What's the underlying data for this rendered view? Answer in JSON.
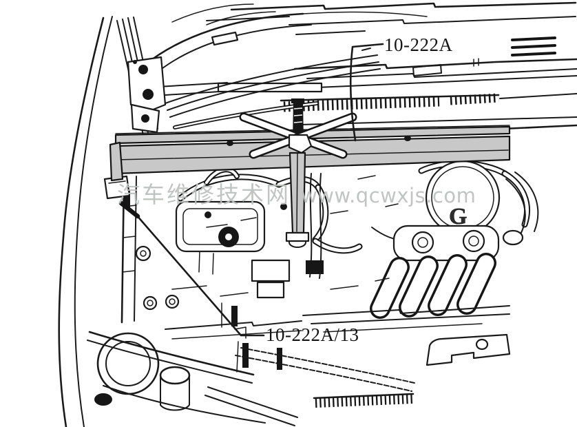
{
  "figure": {
    "description": "Repair-manual line illustration of an engine bay with engine support bar tool fitted across the front, threaded spindle hooked to the engine lifting eye",
    "background_color": "#ffffff",
    "line_color": "#1a1a1a",
    "tool_fill_color": "#c8c8c8"
  },
  "callouts": {
    "support_bar": "10-222A",
    "hook_adapter": "10-222A/13"
  },
  "engine_marking": "G",
  "watermark": {
    "site_name": "汽车维修技术网",
    "site_url": "www.qcwxjs.com",
    "color": "#bcc1bc"
  }
}
